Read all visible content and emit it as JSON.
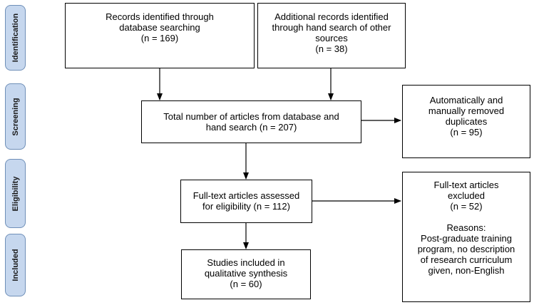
{
  "phases": {
    "identification": "Identification",
    "screening": "Screening",
    "eligibility": "Eligibility",
    "included": "Included"
  },
  "boxes": {
    "database": {
      "lines": [
        "Records identified through",
        "database searching",
        "(n = 169)"
      ]
    },
    "hand_search": {
      "lines": [
        "Additional records identified",
        "through hand search of other",
        "sources",
        "(n = 38)"
      ]
    },
    "total": {
      "lines": [
        "Total number of articles from database and",
        "hand search (n = 207)"
      ]
    },
    "duplicates": {
      "lines": [
        "Automatically and",
        "manually removed",
        "duplicates",
        "(n = 95)"
      ]
    },
    "fulltext": {
      "lines": [
        "Full-text articles assessed",
        "for eligibility (n = 112)"
      ]
    },
    "excluded": {
      "lines": [
        "Full-text articles",
        "excluded",
        "(n = 52)"
      ],
      "reason_lines": [
        "Reasons:",
        "Post-graduate training",
        "program, no description",
        "of research curriculum",
        "given, non-English"
      ]
    },
    "included": {
      "lines": [
        "Studies included in",
        "qualitative synthesis",
        "(n = 60)"
      ]
    }
  }
}
